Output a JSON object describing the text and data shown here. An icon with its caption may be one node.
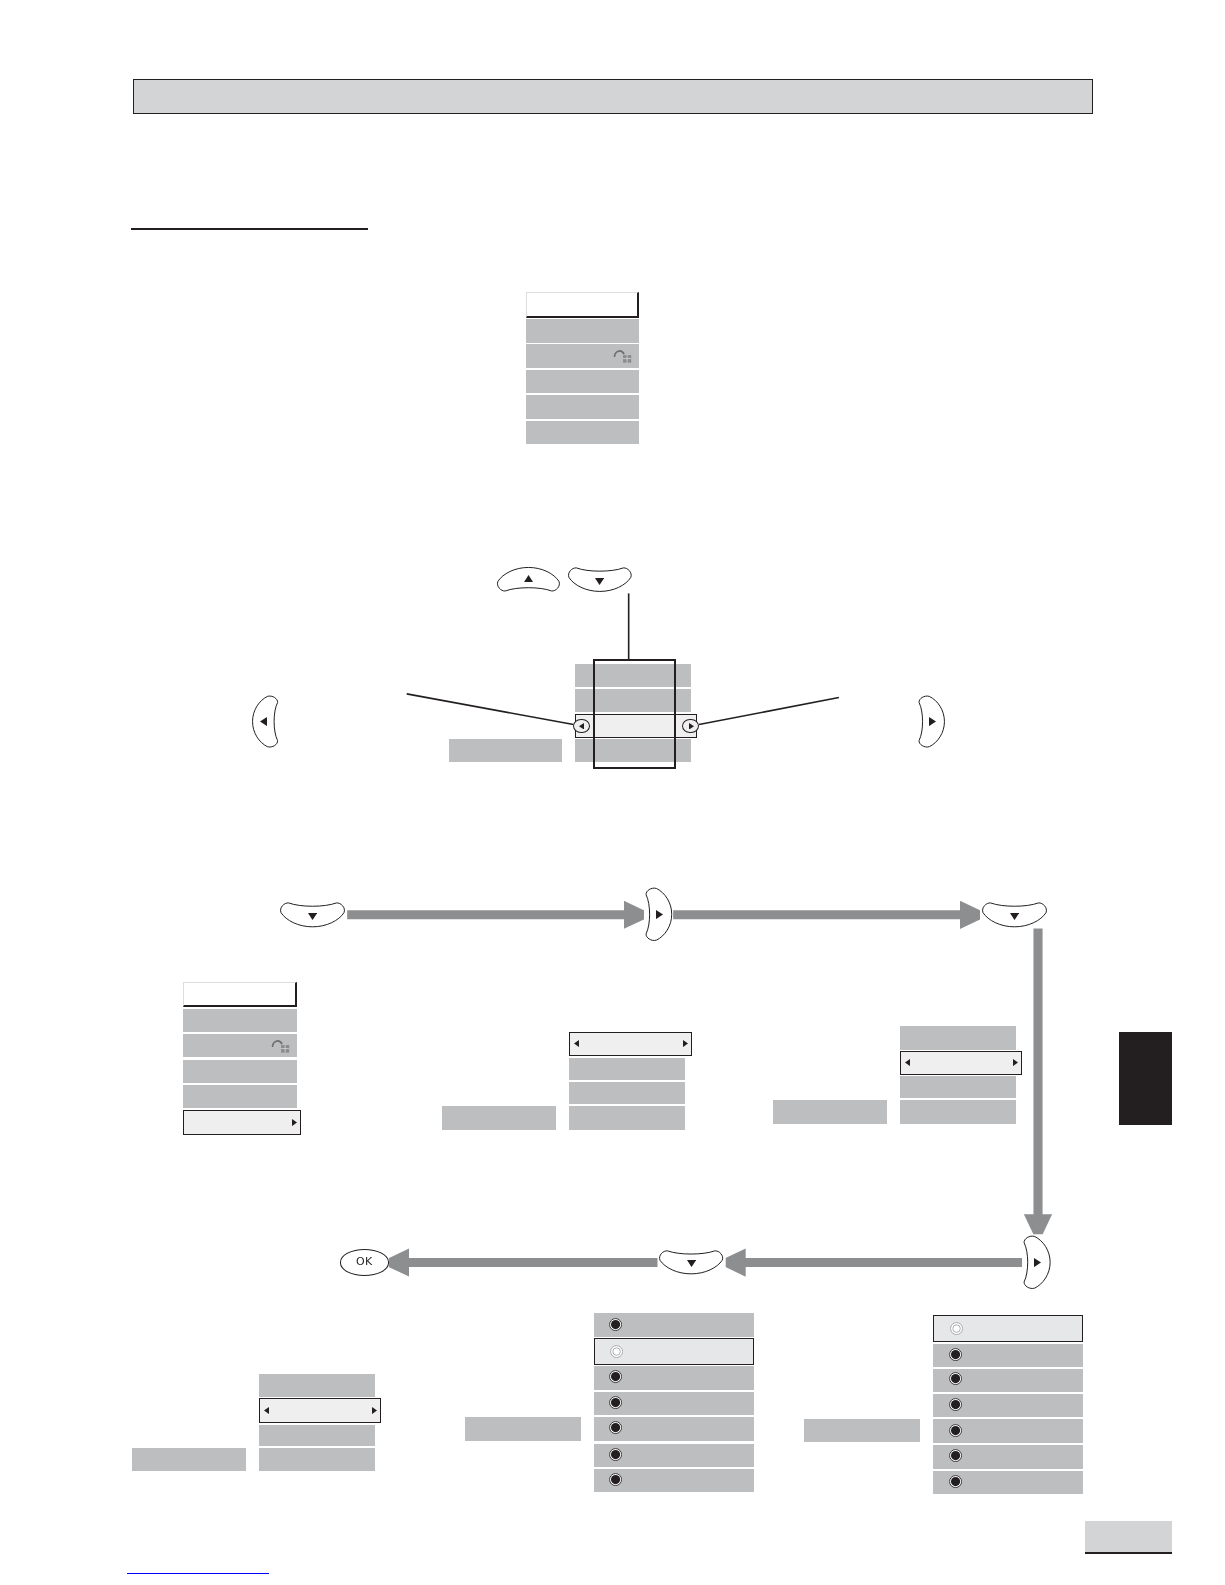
{
  "diagram": {
    "nodes": [
      {
        "text": [],
        "shape": "button"
      },
      {
        "text": [],
        "shape": "button"
      },
      {
        "text": [],
        "shape": "box"
      },
      {
        "text": [],
        "shape": "button"
      },
      {
        "text": [],
        "shape": "circle"
      },
      {
        "text": [],
        "shape": "circle"
      },
      {
        "text": [],
        "shape": "button"
      },
      {
        "text": [],
        "shape": "button"
      },
      {
        "text": [],
        "shape": "button"
      },
      {
        "text": [],
        "shape": "button"
      },
      {
        "text": [],
        "shape": "box"
      },
      {
        "text": [
          "OK"
        ]
      },
      {
        "text": [],
        "shape": "button"
      },
      {
        "text": [],
        "shape": "button"
      }
    ],
    "edges": [
      {
        "from": 1,
        "to": 2,
        "arrow": "none",
        "color": "#231f20"
      },
      {
        "from": null,
        "to": 4,
        "arrow": "none",
        "color": "#231f20"
      },
      {
        "from": null,
        "to": 5,
        "arrow": "none",
        "color": "#231f20"
      },
      {
        "from": 7,
        "to": 8,
        "arrow": "to"
      },
      {
        "from": 8,
        "to": 9,
        "arrow": "to"
      },
      {
        "from": 9,
        "to": 13,
        "arrow": "to"
      },
      {
        "from": 13,
        "to": 12,
        "arrow": "to"
      },
      {
        "from": 12,
        "to": 11,
        "arrow": "to"
      }
    ]
  }
}
